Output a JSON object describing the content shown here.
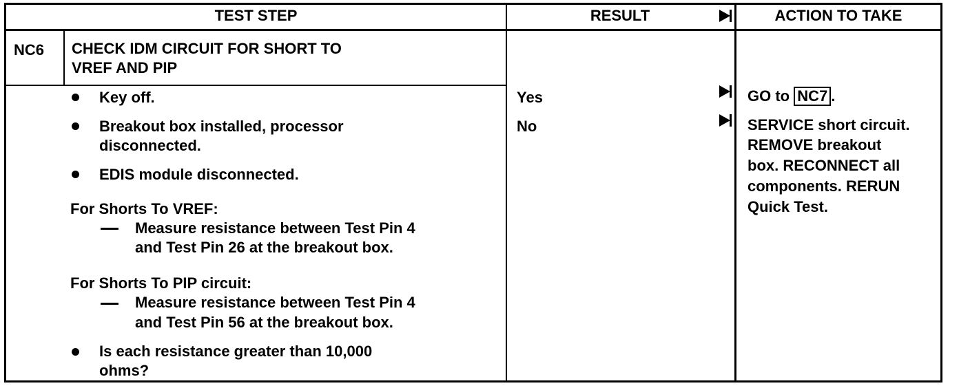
{
  "headers": {
    "test_step": "TEST STEP",
    "result": "RESULT",
    "action": "ACTION TO TAKE"
  },
  "step": {
    "id": "NC6",
    "title_line1": "CHECK IDM CIRCUIT FOR SHORT TO",
    "title_line2": "VREF AND PIP"
  },
  "bullets": [
    {
      "lines": [
        "Key off."
      ]
    },
    {
      "lines": [
        "Breakout box installed, processor",
        "disconnected."
      ]
    },
    {
      "lines": [
        "EDIS module disconnected."
      ]
    }
  ],
  "vref_section": {
    "heading": "For Shorts To VREF:",
    "line1": "Measure resistance between Test Pin 4",
    "line2": "and Test Pin 26 at the breakout box."
  },
  "pip_section": {
    "heading": "For Shorts To PIP circuit:",
    "line1": "Measure resistance between Test Pin 4",
    "line2": "and Test Pin 56 at the breakout box."
  },
  "question": {
    "line1": "Is each resistance greater than 10,000",
    "line2": "ohms?"
  },
  "results": {
    "yes": "Yes",
    "no": "No"
  },
  "actions": {
    "yes_prefix": "GO to ",
    "yes_ref": "NC7",
    "yes_suffix": ".",
    "no_lines": [
      "SERVICE short circuit.",
      "REMOVE breakout",
      "box. RECONNECT all",
      "components. RERUN",
      "Quick Test."
    ]
  }
}
